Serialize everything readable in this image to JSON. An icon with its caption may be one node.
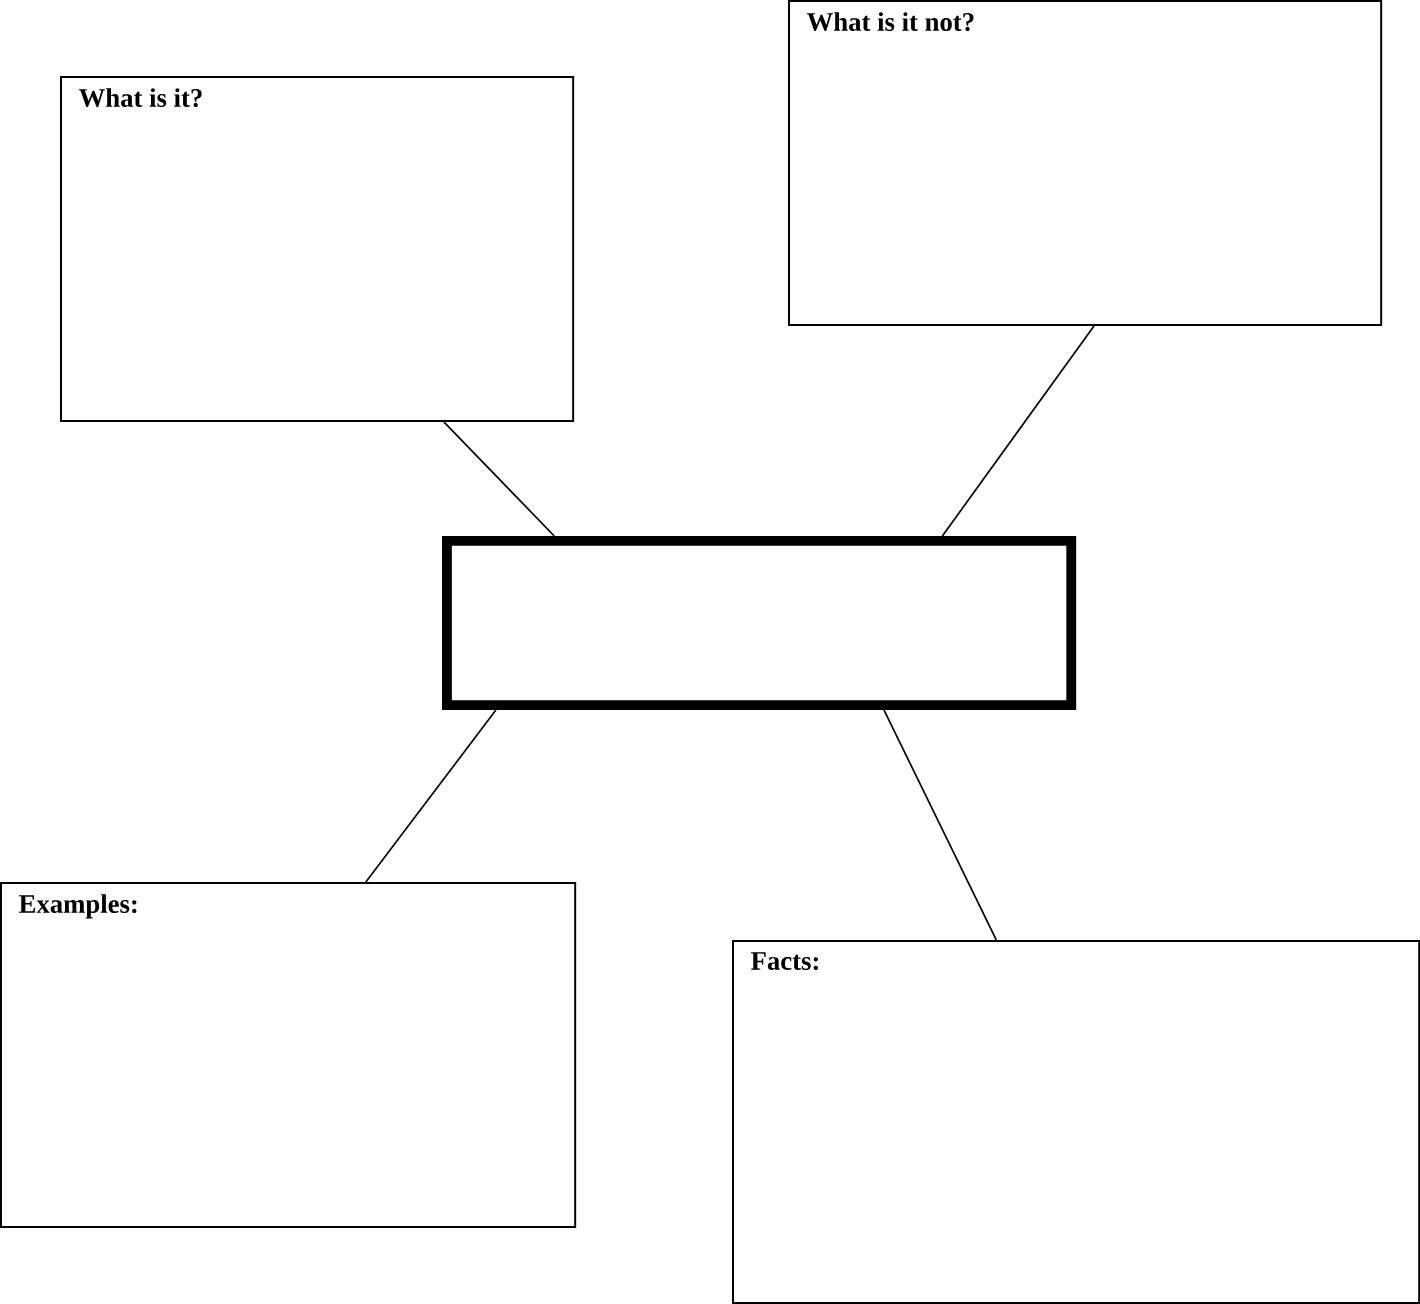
{
  "diagram": {
    "nodes": [
      {
        "text": [
          "What is it?"
        ]
      },
      {
        "text": [
          "What is it not?"
        ]
      },
      {
        "text": [],
        "shape": "box"
      },
      {
        "text": [
          "Examples:"
        ]
      },
      {
        "text": [
          "Facts:"
        ]
      }
    ],
    "edges": [
      {
        "from": 2,
        "to": 0,
        "arrow": "none"
      },
      {
        "from": 2,
        "to": 1,
        "arrow": "none"
      },
      {
        "from": 2,
        "to": 3,
        "arrow": "none"
      },
      {
        "from": 2,
        "to": 4,
        "arrow": "none"
      }
    ]
  }
}
